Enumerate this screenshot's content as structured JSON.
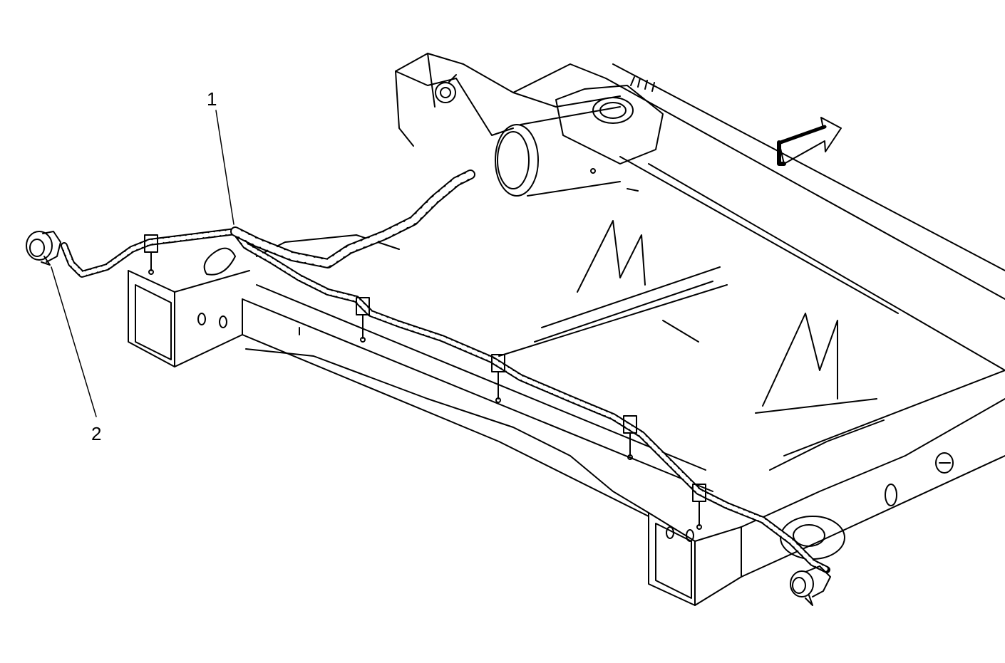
{
  "diagram": {
    "callouts": [
      {
        "id": "1",
        "label": "1"
      },
      {
        "id": "2",
        "label": "2"
      }
    ],
    "direction_indicator": "front-arrow-icon",
    "components": [
      "frame-rail-left",
      "frame-rail-right",
      "rear-crossmember",
      "axle-tube",
      "wiring-harness",
      "harness-clips",
      "trailer-connector-left",
      "trailer-connector-right"
    ],
    "colors": {
      "line": "#000000",
      "background": "#ffffff"
    }
  }
}
